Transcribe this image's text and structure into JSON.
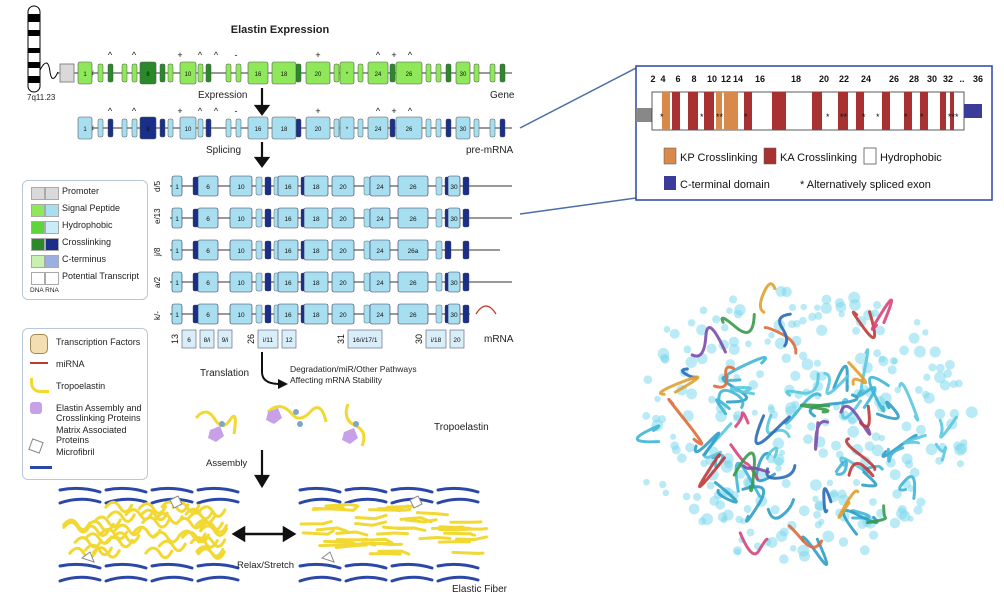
{
  "title": "Elastin Expression",
  "locus": "7q11.23",
  "row_labels": {
    "expression": "Expression",
    "gene": "Gene",
    "splicing": "Splicing",
    "pre_mrna": "pre-mRNA",
    "mrna": "mRNA",
    "translation": "Translation",
    "degradation": "Degradation/miR/Other Pathways Affecting mRNA Stability",
    "tropoelastin": "Tropoelastin",
    "assembly": "Assembly",
    "relax": "Relax/Stretch",
    "elastic_fiber": "Elastic Fiber"
  },
  "gene_exons": [
    "1",
    "8",
    "10",
    "16",
    "18",
    "20",
    "*",
    "24",
    "26",
    "30"
  ],
  "gene_marks": [
    "^",
    "^",
    "+",
    "^",
    "^",
    "-",
    "+",
    "^",
    "+",
    "^"
  ],
  "isoform_labels": [
    "d/5",
    "e/13",
    "j/8",
    "a/2",
    "k/-"
  ],
  "isoform_exons": [
    [
      "1",
      "6",
      "10",
      "16",
      "18",
      "20",
      "24",
      "26",
      "30"
    ],
    [
      "1",
      "6",
      "10",
      "16",
      "18",
      "20",
      "24",
      "26",
      "30"
    ],
    [
      "1",
      "6",
      "10",
      "16",
      "18",
      "20",
      "24",
      "26a"
    ],
    [
      "1",
      "6",
      "10",
      "16",
      "18",
      "20",
      "24",
      "26",
      "30"
    ],
    [
      "1",
      "6",
      "10",
      "16",
      "18",
      "20",
      "24",
      "26",
      "30"
    ]
  ],
  "alt_exon_groups": [
    {
      "label": "13",
      "cells": [
        "6",
        "8/i",
        "9/i"
      ]
    },
    {
      "label": "26",
      "cells": [
        "i/11",
        "12"
      ]
    },
    {
      "label": "31",
      "cells": [
        "16/i/17/1"
      ]
    },
    {
      "label": "30",
      "cells": [
        "i/18",
        "20"
      ]
    }
  ],
  "legend1": {
    "items": [
      "Promoter",
      "Signal Peptide",
      "Hydrophobic",
      "Crosslinking",
      "C-terminus",
      "Potential Transcript"
    ],
    "footer": "DNA RNA",
    "colors_dna": [
      "#d9d9d9",
      "#8ee85a",
      "#5cd63a",
      "#2a8a2a",
      "#c8f0b0",
      "#ffffff"
    ],
    "colors_rna": [
      "#d9d9d9",
      "#a8dff0",
      "#c8ecf8",
      "#1a2f8a",
      "#9ab0e0",
      "#ffffff"
    ]
  },
  "legend2": {
    "items": [
      "Transcription Factors",
      "miRNA",
      "Tropoelastin",
      "Elastin Assembly and Crosslinking Proteins",
      "Matrix Associated Proteins",
      "Microfibril"
    ]
  },
  "domain_panel": {
    "numbers": [
      "2",
      "4",
      "6",
      "8",
      "10",
      "12",
      "14",
      "16",
      "18",
      "20",
      "22",
      "24",
      "26",
      "28",
      "30",
      "32",
      "..",
      "36"
    ],
    "legend": [
      "KP Crosslinking",
      "KA Crosslinking",
      "Hydrophobic",
      "C-terminal domain",
      "* Alternatively spliced exon"
    ],
    "colors": {
      "kp": "#d98a4a",
      "ka": "#a83232",
      "hydrophobic": "#ffffff",
      "cterm": "#3b3b9a",
      "signal": "#888888"
    }
  },
  "colors": {
    "exon_light": "#8ee85a",
    "exon_dark": "#2a8a2a",
    "rna_light": "#a8dff0",
    "rna_dark": "#1a2f8a",
    "fiber_blue": "#2b47a8",
    "tropo": "#f2d832",
    "connector": "#4a6fa8"
  }
}
